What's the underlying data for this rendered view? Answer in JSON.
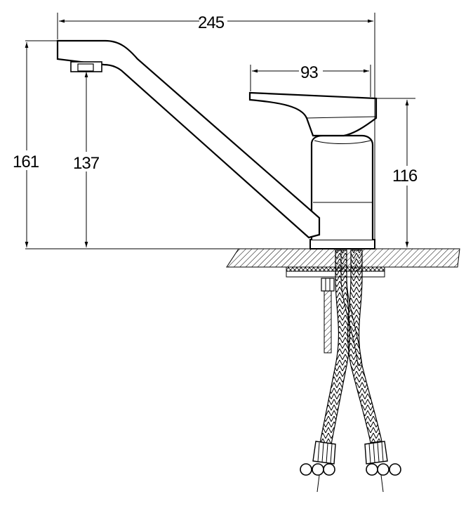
{
  "dimensions": {
    "overall_width": "245",
    "total_height": "161",
    "spout_height": "137",
    "body_height": "116",
    "lever_length": "93"
  }
}
